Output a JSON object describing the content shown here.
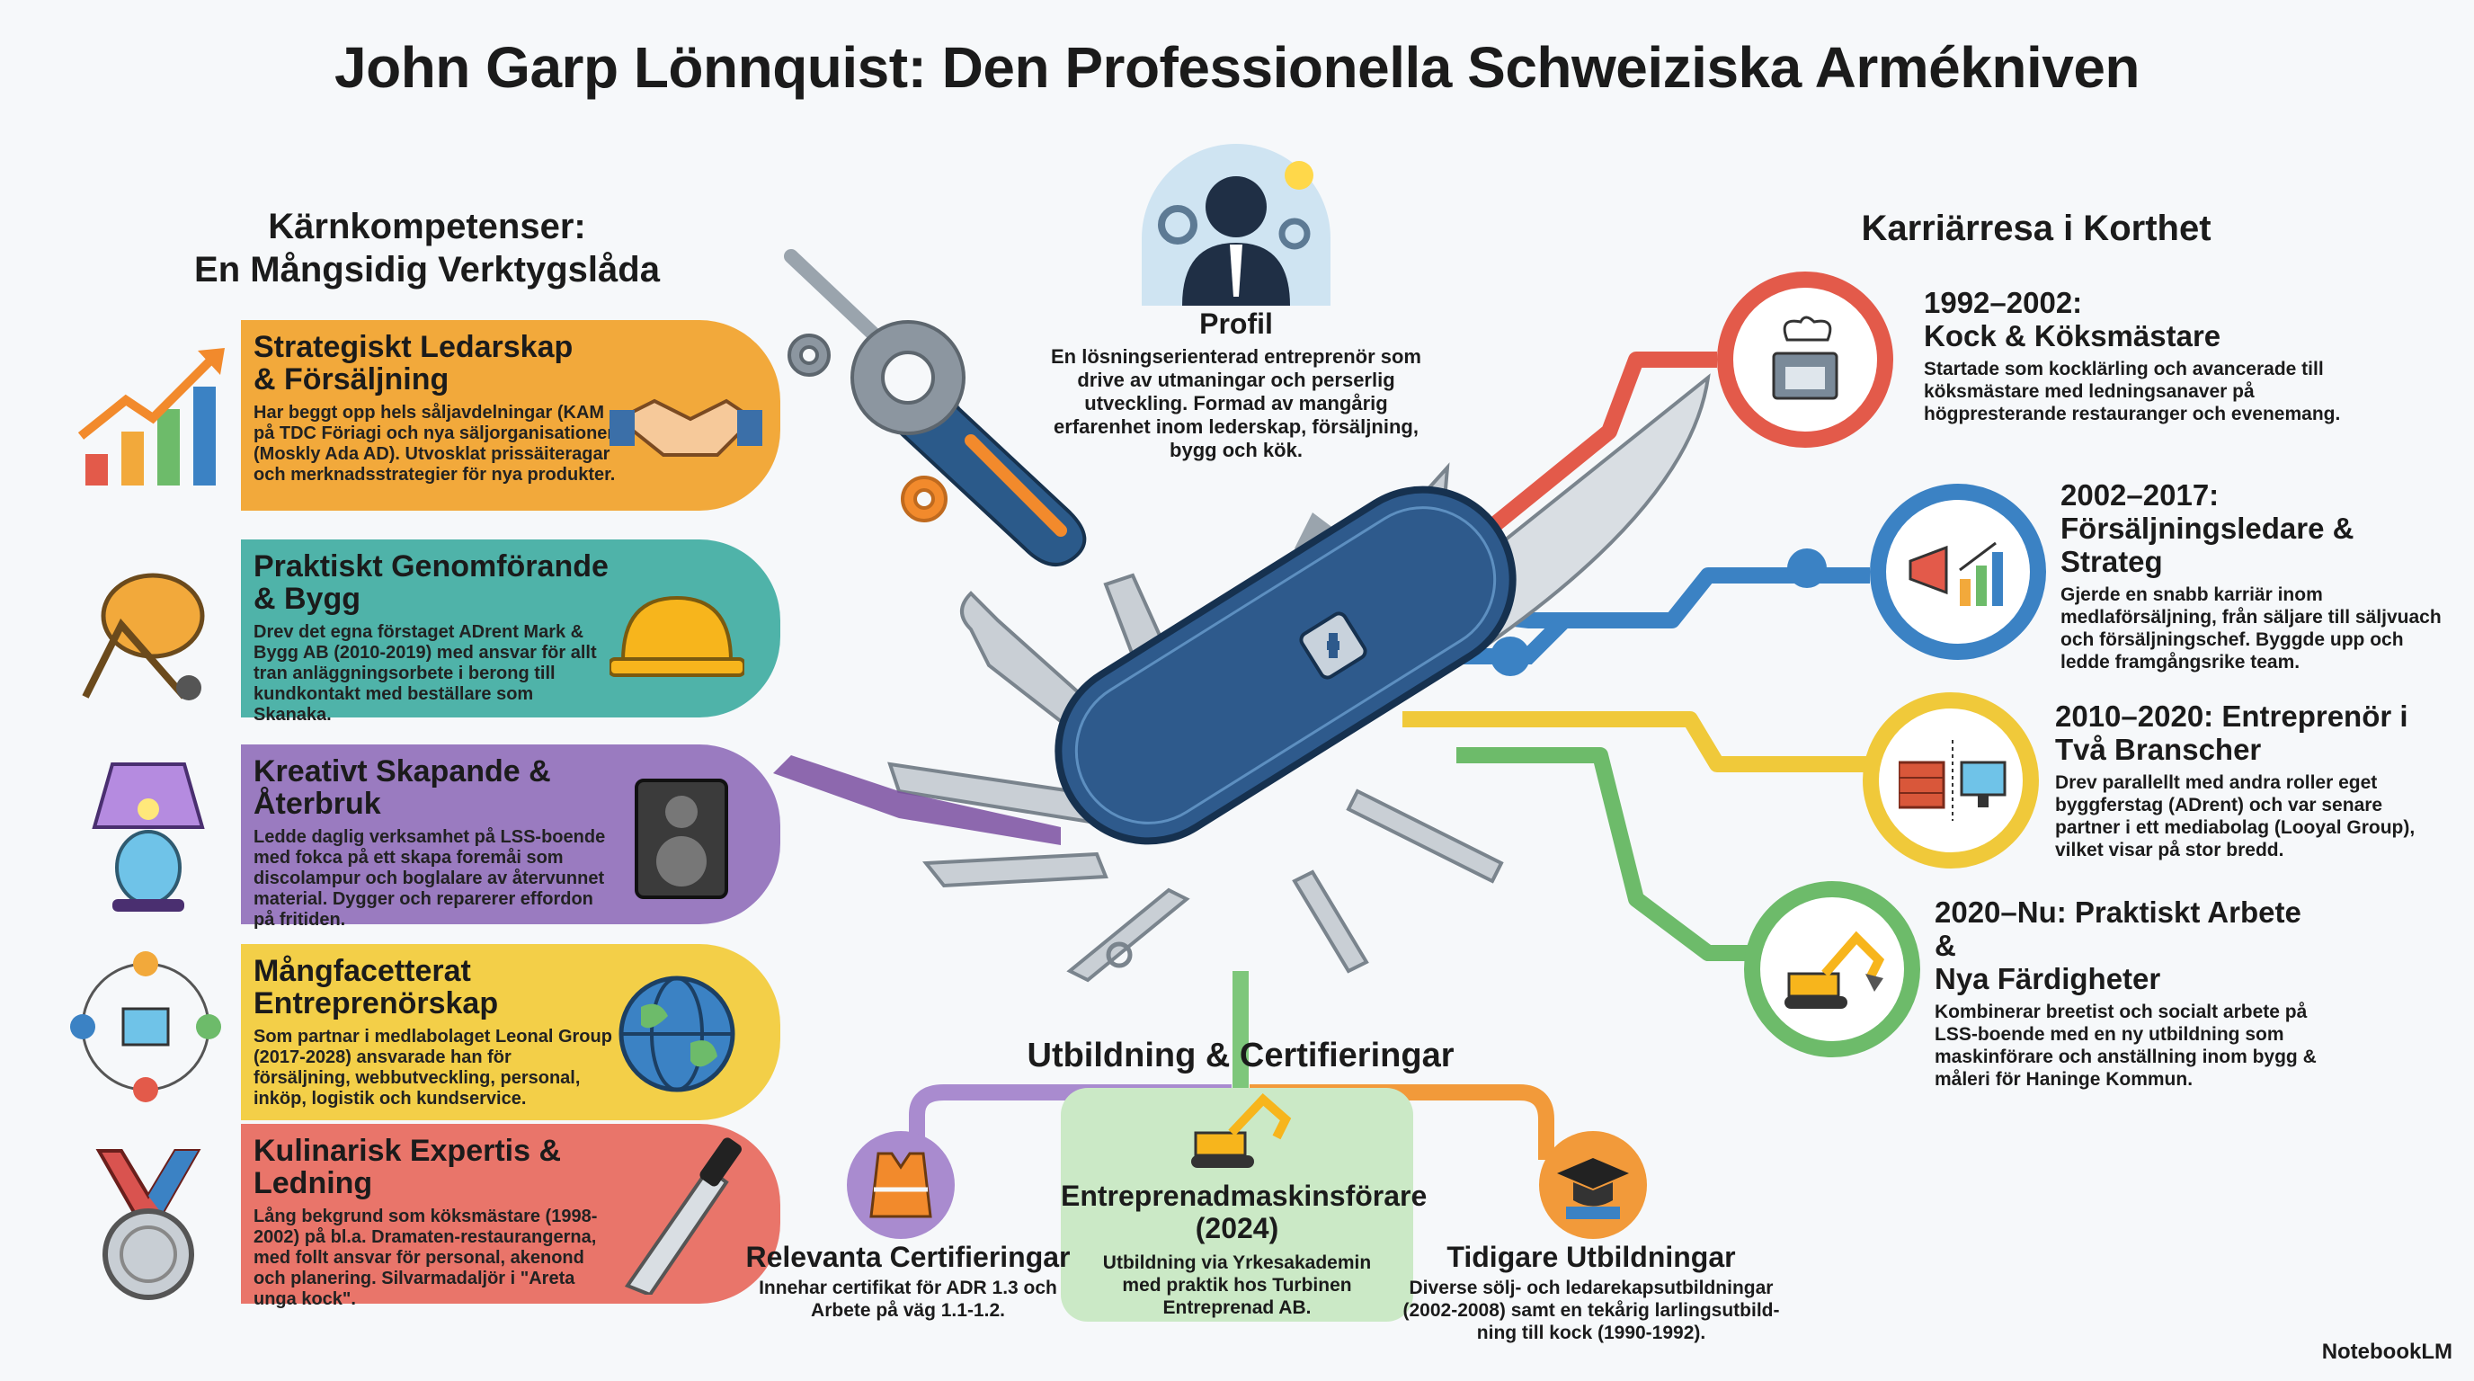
{
  "title": "John Garp Lönnquist: Den Professionella Schweiziska Armékniven",
  "competencies": {
    "heading_line1": "Kärnkompetenser:",
    "heading_line2": "En Mångsidig Verktygslåda",
    "items": [
      {
        "title_line1": "Strategiskt Ledarskap",
        "title_line2": "& Försäljning",
        "text": "Har beggt opp hels såljavdelningar (KAM på TDC Föriagi och nya säljorganisationer (Moskly Ada AD). Utvosklat prissäiteragar och merknadsstrategier för nya produkter.",
        "color": "#f2a93b",
        "icon": "growth-chart-icon",
        "side_icon": "handshake-icon"
      },
      {
        "title_line1": "Praktiskt Genomförande & Bygg",
        "title_line2": "",
        "text": "Drev det egna förstaget ADrent Mark & Bygg AB (2010-2019) med ansvar för allt tran anläggningsorbete i berong till kundkontakt med beställare som Skanaka.",
        "color": "#4fb3a9",
        "icon": "cement-mixer-icon",
        "side_icon": "hard-hat-icon"
      },
      {
        "title_line1": "Kreativt Skapande & Återbruk",
        "title_line2": "",
        "text": "Ledde daglig verksamhet på LSS-boende med fokca på ett skapa foremåi som discolampur och boglalare av återvunnet material. Dygger och reparerer effordon på fritiden.",
        "color": "#9a7bc0",
        "icon": "disco-lamp-icon",
        "side_icon": "speaker-icon"
      },
      {
        "title_line1": "Mångfacetterat",
        "title_line2": "Entreprenörskap",
        "text": "Som partnar i medlabolaget Leonal Group (2017-2028) ansvarade han för försäljning, webbutveckling, personal, inköp, logistik och kundservice.",
        "color": "#f3cf48",
        "icon": "network-icon",
        "side_icon": "globe-icon"
      },
      {
        "title_line1": "Kulinarisk Expertis & Ledning",
        "title_line2": "",
        "text": "Lång bekgrund som köksmästare (1998-2002) på bl.a. Dramaten-restaurangerna, med follt ansvar för personal, akenond och planering. Silvarmadaljör i \"Areta unga kock\".",
        "color": "#e9756a",
        "icon": "medal-icon",
        "side_icon": "chef-knife-icon"
      }
    ]
  },
  "profile": {
    "title": "Profil",
    "text": "En lösningserienterad entreprenör som drive av utmaningar och perserlig utveckling. Formad av mangårig erfarenhet inom lederskap, försäljning, bygg och kök.",
    "icon": "businessman-gears-icon"
  },
  "career": {
    "heading": "Karriärresa i Korthet",
    "items": [
      {
        "title_line1": "1992–2002:",
        "title_line2": "Kock & Köksmästare",
        "text": "Startade som kocklärling och avancerade till köksmästare med ledningsanaver på högpresterande restauranger och evenemang.",
        "color": "#e35a4a",
        "icon": "chef-stove-icon"
      },
      {
        "title_line1": "2002–2017:",
        "title_line2": "Försäljningsledare & Strateg",
        "text": "Gjerde en snabb karriär inom medlaförsäljning, från säljare till säljvuach och försäljningschef. Byggde upp och ledde framgångsrike team.",
        "color": "#3b82c4",
        "icon": "megaphone-chart-icon"
      },
      {
        "title_line1": "2010–2020: Entreprenör i",
        "title_line2": "Två Branscher",
        "text": "Drev parallellt med andra roller eget byggferstag (ADrent) och var senare partner i ett mediabolag (Looyal Group), vilket visar på stor bredd.",
        "color": "#f0c93a",
        "icon": "brick-monitor-icon"
      },
      {
        "title_line1": "2020–Nu: Praktiskt Arbete &",
        "title_line2": "Nya Färdigheter",
        "text": "Kombinerar breetist och socialt arbete på LSS-boende med en ny utbildning som maskinförare och anställning inom bygg & måleri för Haninge Kommun.",
        "color": "#6dbb6a",
        "icon": "excavator-icon"
      }
    ]
  },
  "education": {
    "heading": "Utbildning & Certifieringar",
    "items": [
      {
        "title": "Relevanta Certifieringar",
        "text": "Innehar certifikat för ADR 1.3 och Arbete på väg 1.1-1.2.",
        "color": "#a98bcf",
        "icon": "safety-vest-icon"
      },
      {
        "title": "Entreprenadmaskinsförare (2024)",
        "text": "Utbildning via Yrkesakademin med praktik hos Turbinen Entreprenad AB.",
        "color": "#7ec77b",
        "icon": "excavator-icon"
      },
      {
        "title": "Tidigare Utbildningar",
        "text": "Diverse sölj- och ledarekapsutbildningar (2002-2008) samt en tekårig larlingsutbild-ning till kock (1990-1992).",
        "color": "#f29a3a",
        "icon": "graduation-cap-icon"
      }
    ]
  },
  "branding": {
    "logo": "NotebookLM"
  }
}
